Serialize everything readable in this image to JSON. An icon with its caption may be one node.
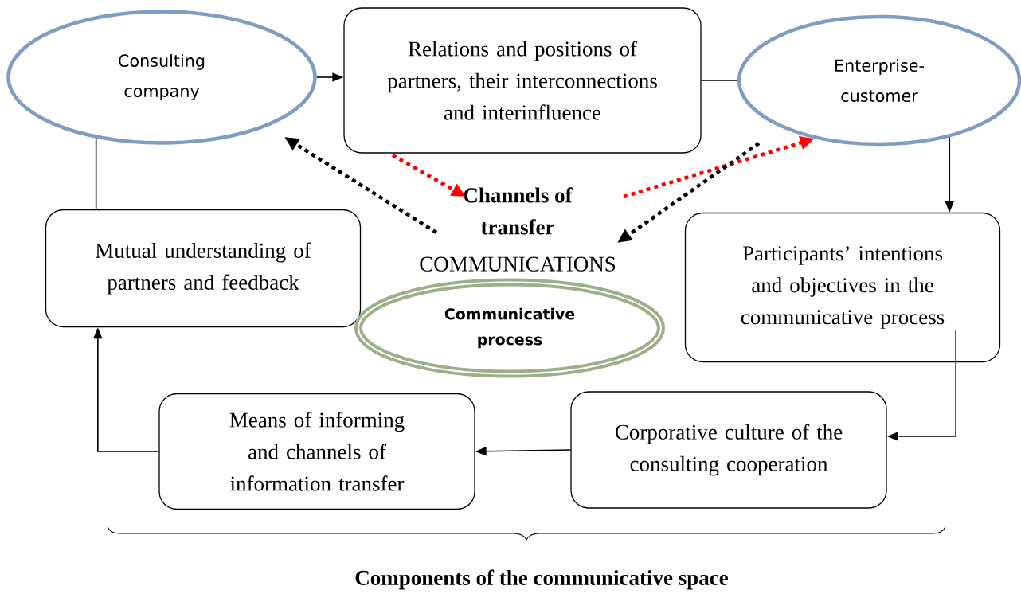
{
  "diagram": {
    "nodes": [
      {
        "text": [
          "Consulting company"
        ]
      },
      {
        "text": [
          "Relations and positions of partners, their interconnections and interinfluence"
        ]
      },
      {
        "text": [
          "Enterprise-customer"
        ]
      },
      {
        "text": [
          "Mutual understanding of partners and feedback"
        ]
      },
      {
        "text": [
          "Channels of transfer",
          "COMMUNICATIONS"
        ]
      },
      {
        "text": [
          "Participants’ intentions and objectives in the communicative process"
        ]
      },
      {
        "text": [
          "Communicative process"
        ]
      },
      {
        "text": [
          "Means of informing and channels of information transfer"
        ]
      },
      {
        "text": [
          "Corporative culture of the consulting cooperation"
        ]
      }
    ],
    "edges": [
      {
        "from": 0,
        "to": 1,
        "arrow": "to"
      },
      {
        "from": 1,
        "to": 2,
        "arrow": "none"
      },
      {
        "from": 2,
        "to": 5,
        "arrow": "to"
      },
      {
        "from": 5,
        "to": 8,
        "arrow": "to"
      },
      {
        "from": 8,
        "to": 7,
        "arrow": "to"
      },
      {
        "from": 7,
        "to": 3,
        "arrow": "to"
      },
      {
        "from": 3,
        "to": 0,
        "arrow": "none"
      },
      {
        "from": 1,
        "to": 4,
        "arrow": "to",
        "style": "dashed",
        "color": "#ff0000"
      },
      {
        "from": 4,
        "to": 0,
        "arrow": "to",
        "style": "dashed"
      },
      {
        "from": 4,
        "to": 2,
        "arrow": "to",
        "style": "dashed",
        "color": "#ff0000"
      },
      {
        "from": 2,
        "to": 4,
        "arrow": "to",
        "style": "dashed"
      }
    ],
    "labels": [
      "Components of the communicative space"
    ]
  }
}
